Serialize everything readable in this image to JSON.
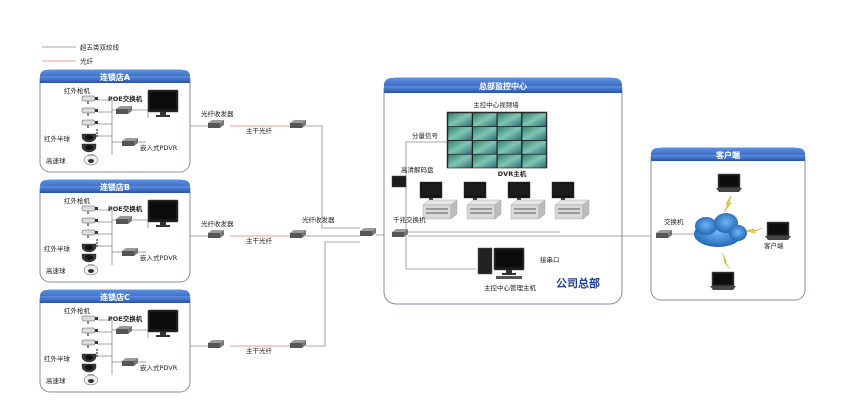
{
  "legend": {
    "cat5": "超五类双绞线",
    "fiber": "光纤",
    "cat5_color": "#8a8a8a",
    "fiber_color": "#e07a6a"
  },
  "stores": [
    {
      "title": "连锁店A",
      "ir_gun": "红外枪机",
      "poe_switch": "POE交换机",
      "ir_dome": "红外半球",
      "speed_dome": "高速球",
      "nvr": "嵌入式PDVR",
      "transceiver": "光纤收发器",
      "trunk": "主干光纤"
    },
    {
      "title": "连锁店B",
      "ir_gun": "红外枪机",
      "poe_switch": "POE交换机",
      "ir_dome": "红外半球",
      "speed_dome": "高速球",
      "nvr": "嵌入式PDVR",
      "transceiver": "光纤收发器",
      "trunk": "主干光纤"
    },
    {
      "title": "连锁店C",
      "ir_gun": "红外枪机",
      "poe_switch": "POE交换机",
      "ir_dome": "红外半球",
      "speed_dome": "高速球",
      "nvr": "嵌入式PDVR",
      "transceiver": "",
      "trunk": "主干光纤"
    }
  ],
  "middle": {
    "transceiver": "光纤收发器"
  },
  "hq": {
    "title": "总部监控中心",
    "video_wall": "主控中心视频墙",
    "split_signal": "分量信号",
    "decoder": "高清解码盘",
    "dvr_host": "DVR主机",
    "gigabit_switch": "千兆交换机",
    "port": "接串口",
    "mgmt_host": "主控中心管理主机",
    "company": "公司总部"
  },
  "client": {
    "title": "客户端",
    "switch": "交换机",
    "client": "客户端"
  },
  "colors": {
    "header": "#2f63b8",
    "border": "#7f8fa6",
    "panel": "#ffffff"
  }
}
